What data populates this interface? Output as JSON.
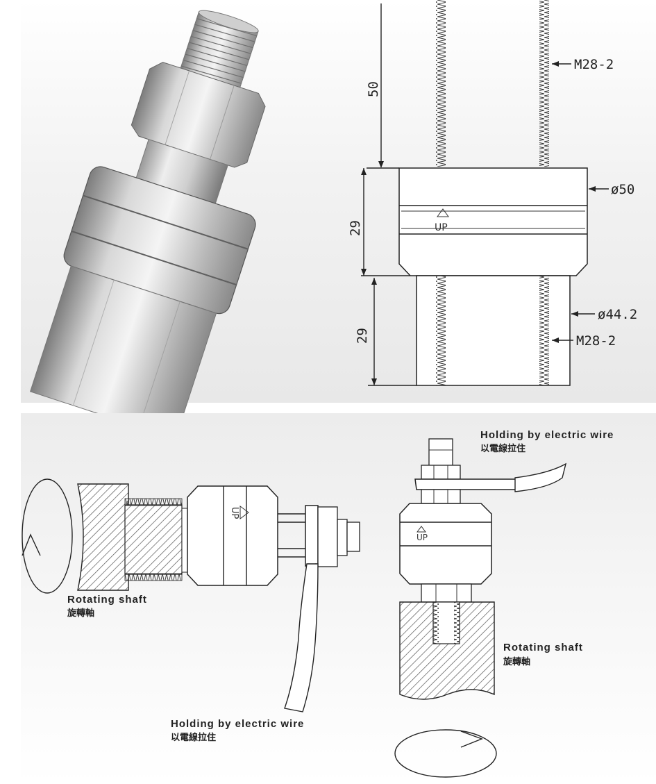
{
  "dimensions": {
    "top_length": "50",
    "top_thread": "M28-2",
    "body_diameter": "ø50",
    "body_height": "29",
    "lower_height": "29",
    "lower_diameter": "ø44.2",
    "lower_thread": "M28-2"
  },
  "logo": {
    "text": "UP"
  },
  "horizontal_install": {
    "shaft_label_en": "Rotating shaft",
    "shaft_label_zh": "旋轉軸",
    "wire_label_en": "Holding by electric wire",
    "wire_label_zh": "以電線拉住"
  },
  "vertical_install": {
    "wire_label_en": "Holding by electric wire",
    "wire_label_zh": "以電線拉住",
    "shaft_label_en": "Rotating shaft",
    "shaft_label_zh": "旋轉軸"
  },
  "colors": {
    "background_top": "#ebebeb",
    "background_bottom": "#ffffff",
    "line": "#222222",
    "metal_light": "#e6e6e6",
    "metal_dark": "#8a8a8a"
  }
}
